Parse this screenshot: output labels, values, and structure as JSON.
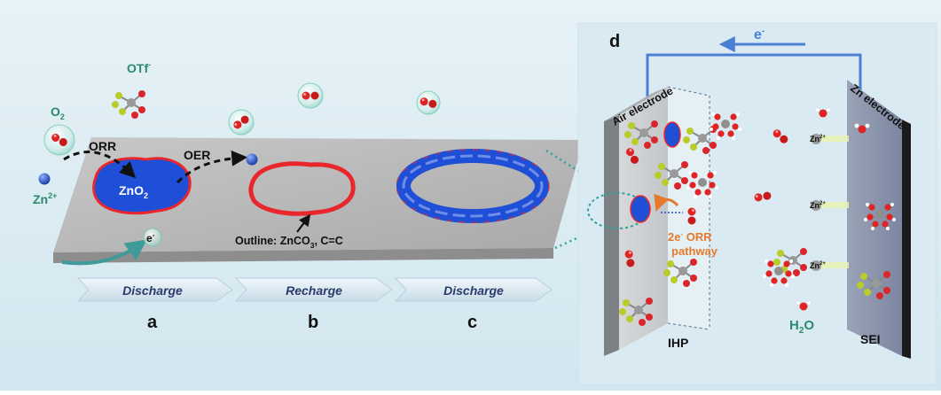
{
  "labels": {
    "o2": "O",
    "o2_sub": "2",
    "otf": "OTf",
    "otf_sup": "-",
    "zn2": "Zn",
    "zn2_sup": "2+",
    "orr": "ORR",
    "oer": "OER",
    "zno2": "ZnO",
    "zno2_sub": "2",
    "electron": "e",
    "electron_sup": "-",
    "outline_a": "Outline: ZnCO",
    "outline_sub": "3",
    "outline_b": ", C=C",
    "step_1": "Discharge",
    "step_2": "Recharge",
    "step_3": "Discharge",
    "panel_a": "a",
    "panel_b": "b",
    "panel_c": "c",
    "panel_d": "d",
    "e_top": "e",
    "e_top_sup": "-",
    "air_electrode": "Air electrode",
    "zn_electrode": "Zn electrode",
    "pathway_1": "2e",
    "pathway_1_sup": "-",
    "pathway_2": " ORR",
    "pathway_3": "pathway",
    "ihp": "IHP",
    "sei": "SEI",
    "h2o": "H",
    "h2o_sub": "2",
    "h2o_end": "O",
    "zn_ion": "Zn",
    "zn_ion_sup": "2+"
  },
  "colors": {
    "background": "#dcecf3",
    "slab_top": "#b9b9b9",
    "zno2_fill": "#1f4fd6",
    "outline_red": "#e8262c",
    "arrow_fill": "#d7e8f1",
    "wire_blue": "#4a7fd4",
    "label_green": "#2a8b6d",
    "orange": "#e57a2c",
    "dotted_teal": "#2aa39a"
  },
  "icons": [
    "oxygen-molecule-icon",
    "otf-anion-icon",
    "zn-ion-icon",
    "water-molecule-icon",
    "solvated-zn-cluster-icon"
  ]
}
